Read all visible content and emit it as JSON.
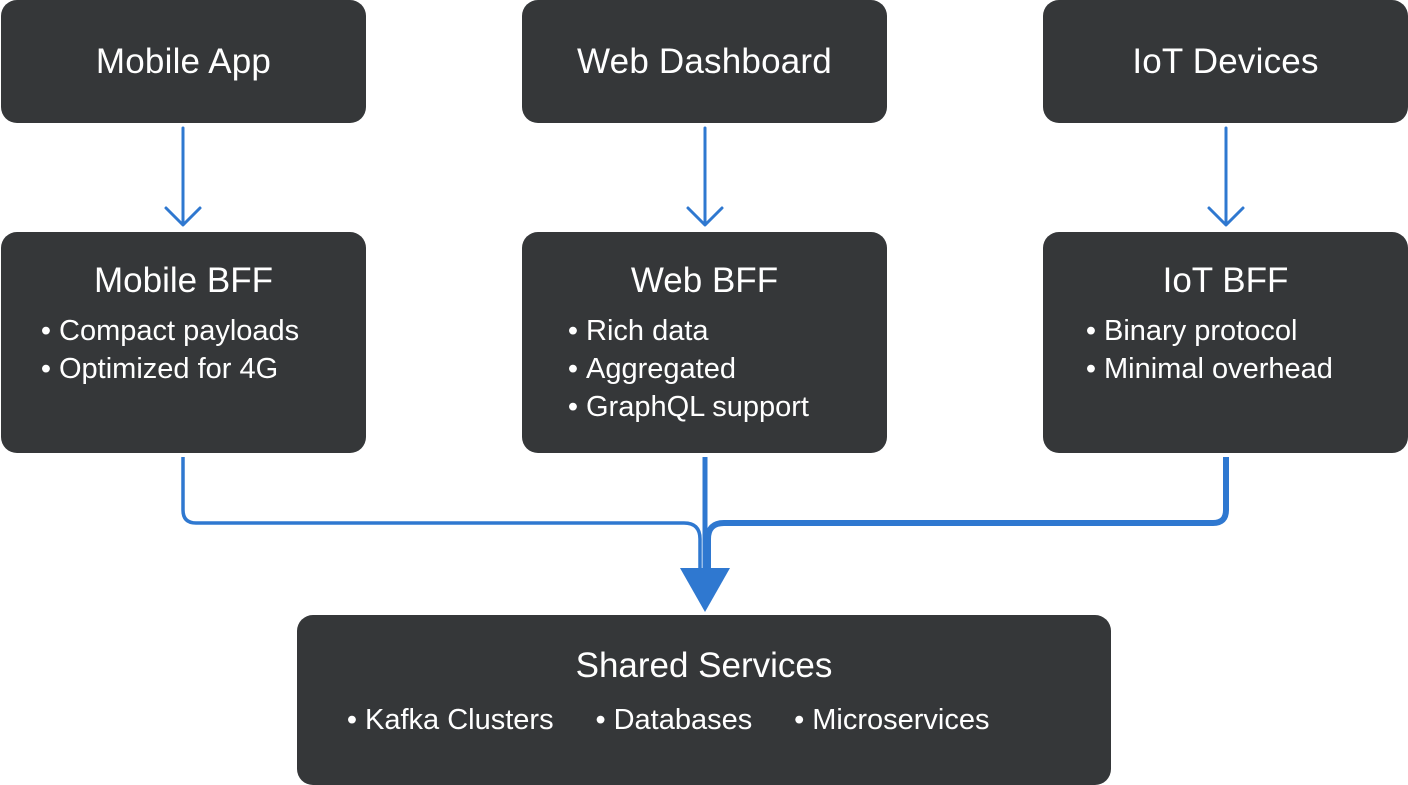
{
  "clients": [
    {
      "id": "mobile",
      "label": "Mobile App"
    },
    {
      "id": "web",
      "label": "Web Dashboard"
    },
    {
      "id": "iot",
      "label": "IoT Devices"
    }
  ],
  "bffs": [
    {
      "id": "mobile",
      "title": "Mobile BFF",
      "features": [
        "Compact payloads",
        "Optimized for 4G"
      ]
    },
    {
      "id": "web",
      "title": "Web BFF",
      "features": [
        "Rich data",
        "Aggregated",
        "GraphQL support"
      ]
    },
    {
      "id": "iot",
      "title": "IoT BFF",
      "features": [
        "Binary protocol",
        "Minimal overhead"
      ]
    }
  ],
  "shared": {
    "title": "Shared Services",
    "items": [
      "Kafka Clusters",
      "Databases",
      "Microservices"
    ]
  },
  "colors": {
    "node_fill": "#353739",
    "node_text": "#ffffff",
    "arrow": "#2f78d0",
    "background": "#ffffff"
  }
}
